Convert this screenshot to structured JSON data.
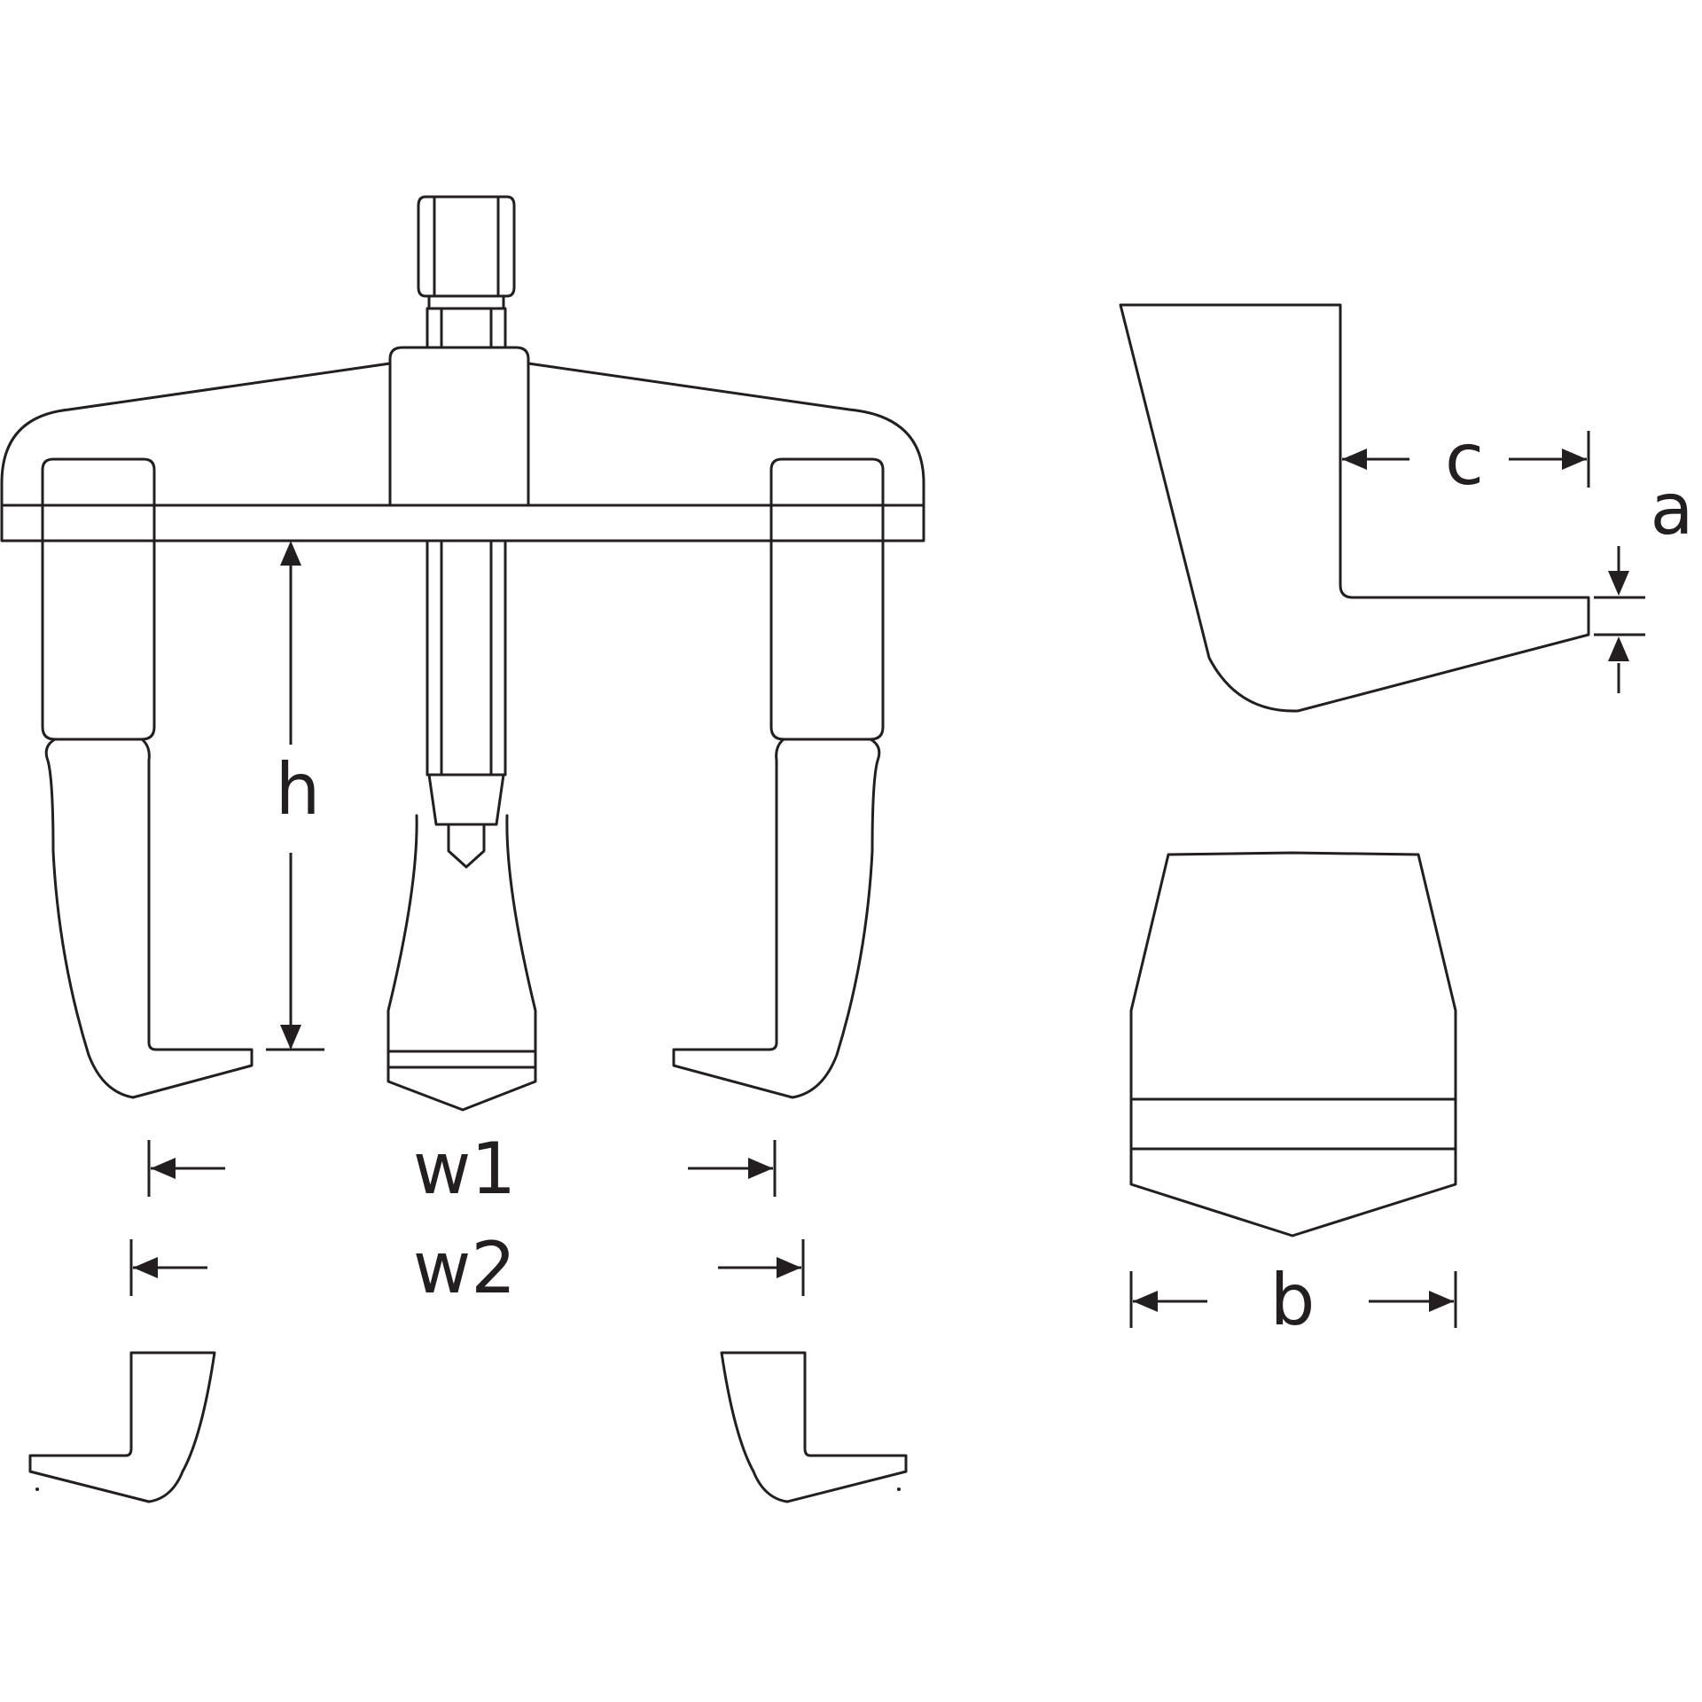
{
  "labels": {
    "h": "h",
    "w1": "w1",
    "w2": "w2",
    "c": "c",
    "a": "a",
    "b": "b"
  },
  "colors": {
    "line": "#231f20",
    "background": "#ffffff"
  }
}
